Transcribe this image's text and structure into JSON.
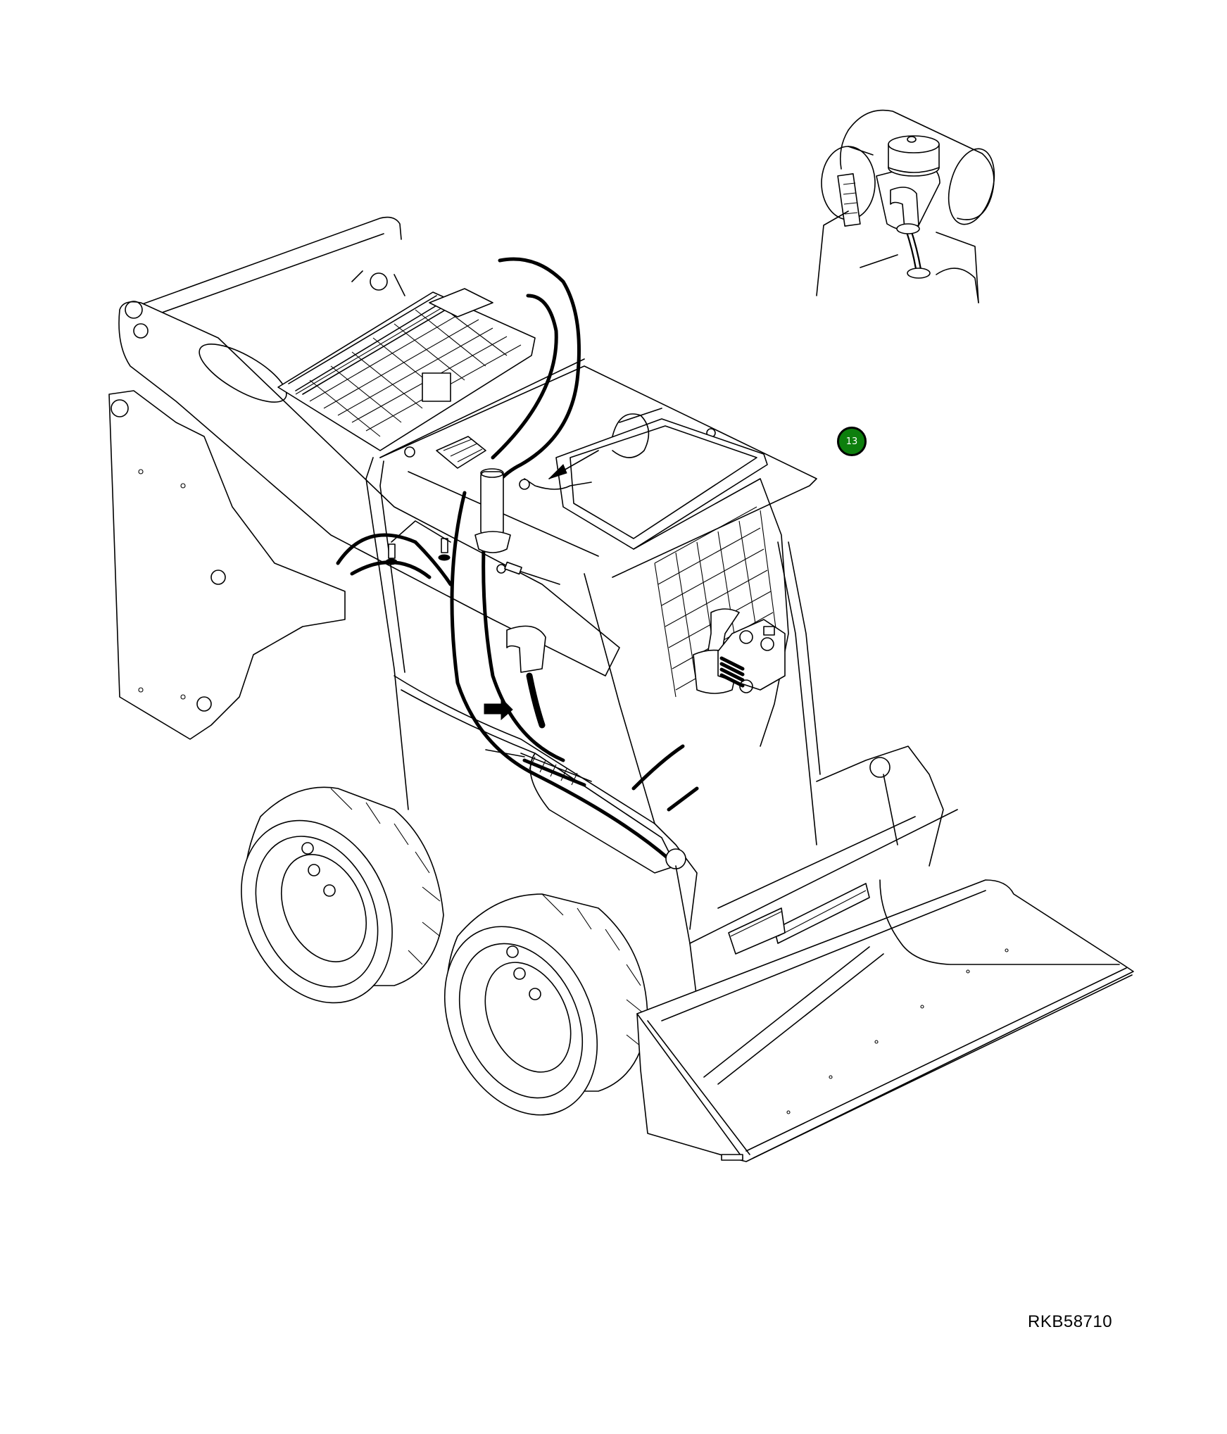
{
  "diagram": {
    "type": "exploded parts illustration",
    "subject": "skid steer loader with hose routing and air intake detail",
    "colors": {
      "line": "#000000",
      "background": "#ffffff",
      "callout_fill": "#0d7f0d",
      "callout_text": "#ffffff"
    }
  },
  "callouts": [
    {
      "number": "13",
      "shape": "circle"
    }
  ],
  "inset": {
    "label": "air intake / filter hose detail"
  },
  "figure_id": "RKB58710"
}
